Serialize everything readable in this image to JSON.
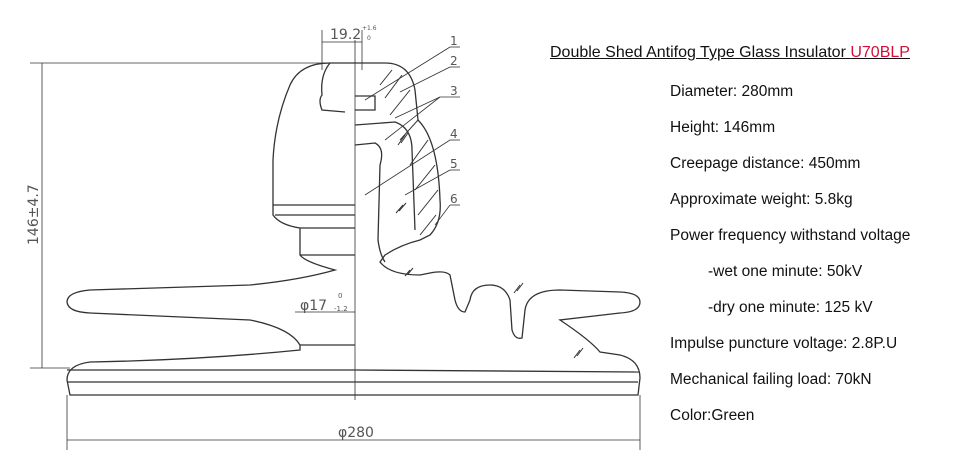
{
  "title": {
    "text": "Double Shed Antifog Type Glass Insulator",
    "model": "U70BLP",
    "model_color": "#d0103a"
  },
  "specs": [
    "Diameter: 280mm",
    "Height: 146mm",
    "Creepage distance: 450mm",
    "Approximate weight: 5.8kg",
    "Power frequency withstand voltage",
    "-wet one minute: 50kV",
    "-dry one minute: 125 kV",
    "Impulse puncture voltage:  2.8P.U",
    "Mechanical failing load: 70kN",
    "Color:Green"
  ],
  "drawing": {
    "pin_width": "19.2",
    "pin_tol_upper": "+1.6",
    "pin_tol_lower": "0",
    "height_dim": "146±4.7",
    "bore_dim": "φ17",
    "bore_tol_upper": "0",
    "bore_tol_lower": "-1.2",
    "diameter_dim": "φ280",
    "part_labels": [
      "1",
      "2",
      "3",
      "4",
      "5",
      "6"
    ]
  }
}
